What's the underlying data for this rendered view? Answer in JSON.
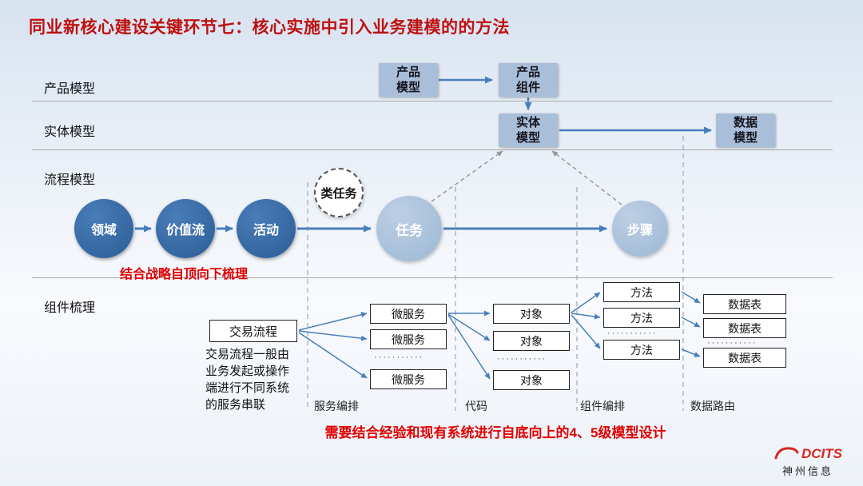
{
  "title": "同业新核心建设关键环节七：核心实施中引入业务建模的的方法",
  "row_labels": {
    "product": "产品模型",
    "entity": "实体模型",
    "process": "流程模型",
    "component": "组件梳理"
  },
  "model_boxes": {
    "product_model": "产品\n模型",
    "product_component": "产品\n组件",
    "entity_model": "实体\n模型",
    "data_model": "数据\n模型"
  },
  "process_circles": {
    "domain": "领域",
    "value_stream": "价值流",
    "activity": "活动",
    "task_class": "类任务",
    "task": "任务",
    "step": "步骤"
  },
  "annotations": {
    "top_down_note": "结合战略自顶向下梳理",
    "transaction_note": "交易流程一般由\n业务发起或操作\n端进行不同系统\n的服务串联",
    "bottom_up_note": "需要结合经验和现有系统进行自底向上的4、5级模型设计"
  },
  "component_flow": {
    "transaction": "交易流程",
    "microservices": [
      "微服务",
      "微服务",
      "微服务"
    ],
    "objects": [
      "对象",
      "对象",
      "对象"
    ],
    "methods": [
      "方法",
      "方法",
      "方法"
    ],
    "data_tables": [
      "数据表",
      "数据表",
      "数据表"
    ],
    "ellipsis": "···········",
    "section_labels": [
      "服务编排",
      "代码",
      "组件编排",
      "数据路由"
    ]
  },
  "logo": {
    "brand": "DCITS",
    "company": "神州信息"
  },
  "colors": {
    "title_red": "#bf1010",
    "note_red": "#e00000",
    "box_fill": "#a9bed8",
    "circle_dark": "#2e639c",
    "circle_light": "#a3bed9",
    "arrow_blue": "#4a7ebb"
  }
}
